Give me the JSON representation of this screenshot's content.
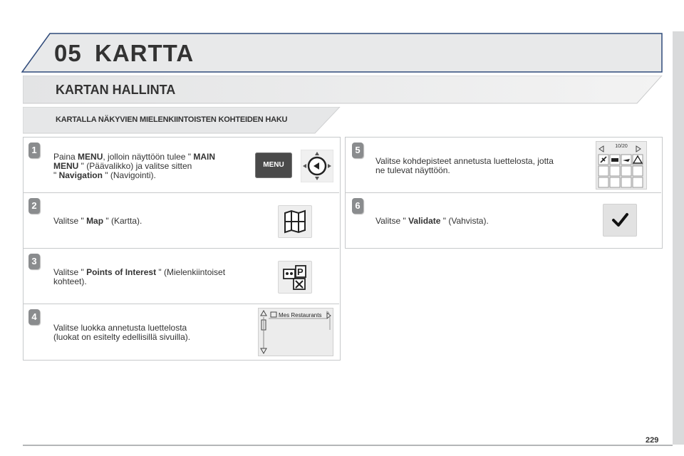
{
  "header": {
    "chapter_number": "05",
    "chapter_title": "KARTTA"
  },
  "section": {
    "title": "KARTAN HALLINTA"
  },
  "subsection": {
    "title": "KARTALLA NÄKYVIEN MIELENKIINTOISTEN KOHTEIDEN HAKU"
  },
  "steps": [
    {
      "num": "1",
      "t1": "Paina ",
      "b1": "MENU",
      "t2": ", jolloin näyttöön tulee \" ",
      "b2": "MAIN",
      "b3": "MENU",
      "t3": " \" (Päävalikko) ja valitse sitten",
      "t4": "\" ",
      "b4": "Navigation",
      "t5": " \" (Navigointi).",
      "button_label": "MENU"
    },
    {
      "num": "2",
      "t1": "Valitse \" ",
      "b1": "Map",
      "t2": " \" (Kartta)."
    },
    {
      "num": "3",
      "t1": "Valitse \" ",
      "b1": "Points of Interest",
      "t2": " \" (Mielenkiintoiset",
      "t3": "kohteet)."
    },
    {
      "num": "4",
      "line1": "Valitse luokka annetusta luettelosta",
      "line2": "(luokat on esitelty edellisillä sivuilla).",
      "screen_label": "Mes Restaurants"
    },
    {
      "num": "5",
      "line1": "Valitse kohdepisteet annetusta luettelosta, jotta",
      "line2": "ne tulevat näyttöön.",
      "screen_counter": "10/20"
    },
    {
      "num": "6",
      "t1": "Valitse \" ",
      "b1": "Validate",
      "t2": " \" (Vahvista)."
    }
  ],
  "footer": {
    "page_number": "229"
  },
  "colors": {
    "banner_border": "#2f4a7a",
    "banner_fill": "#e8e9ea",
    "badge": "#8a8c8e",
    "box_border": "#c7c9cb"
  },
  "icons": [
    "rotary-knob-icon",
    "map-icon",
    "points-of-interest-icon",
    "category-list-screen-icon",
    "poi-grid-screen-icon",
    "checkmark-icon"
  ]
}
